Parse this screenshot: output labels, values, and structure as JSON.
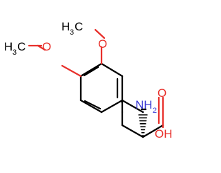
{
  "molecule": {
    "colors": {
      "bond": "#000000",
      "oxygen": "#e8302b",
      "nitrogen": "#3b3bd4",
      "background": "#ffffff"
    },
    "labels": {
      "methyl_top_h": "H",
      "methyl_top_sub": "3",
      "methyl_top_c": "C",
      "methyl_left_h": "H",
      "methyl_left_sub": "3",
      "methyl_left_c": "C",
      "o_meta": "O",
      "o_para": "O",
      "amine_n": "NH",
      "amine_sub": "2",
      "carbonyl_o": "O",
      "hydroxyl": "OH"
    }
  }
}
